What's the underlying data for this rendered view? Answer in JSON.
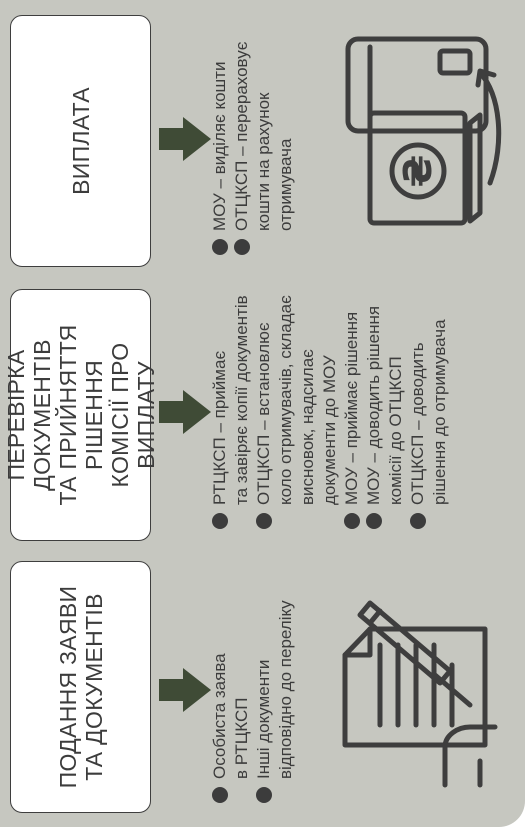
{
  "colors": {
    "panel": "#c6c7c0",
    "card": "#ffffff",
    "text": "#3c3c3c",
    "icon": "#3e3e3e",
    "arrow": "#3f4b36"
  },
  "stages": [
    {
      "title": "ПОДАННЯ ЗАЯВИ\nТА ДОКУМЕНТІВ",
      "bullets": [
        "Особиста заява\nв РТЦКСП",
        "Інші документи\nвідповідно до переліку"
      ],
      "illustration": "hand-signing-document-icon"
    },
    {
      "title": "ПЕРЕВІРКА ДОКУМЕНТІВ\nТА ПРИЙНЯТТЯ РІШЕННЯ\nКОМІСІЇ ПРО ВИПЛАТУ",
      "bullets": [
        "РТЦКСП – приймає\nта завіряє копії документів",
        "ОТЦКСП – встановлює\nколо отримувачів, складає\nвисновок, надсилає\nдокументи до МОУ",
        "МОУ – приймає рішення",
        "МОУ – доводить рішення\nкомісії до ОТЦКСП",
        "ОТЦКСП – доводить\nрішення до отримувача"
      ]
    },
    {
      "title": "ВИПЛАТА",
      "bullets": [
        "МОУ – виділяє кошти",
        "ОТЦКСП – перераховує\nкошти на рахунок\nотримувача"
      ],
      "illustration": "hryvnia-cash-and-card-icon",
      "currency_symbol": "₴"
    }
  ]
}
